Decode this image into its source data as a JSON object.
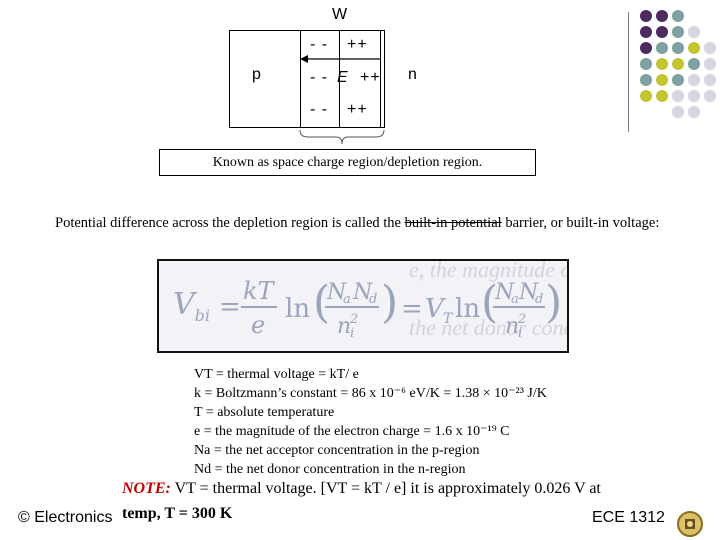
{
  "diagram": {
    "width_label": "W",
    "p_label": "p",
    "n_label": "n",
    "charge_rows": [
      {
        "left": "- -",
        "right": "++"
      },
      {
        "left": "- -",
        "right": "++"
      },
      {
        "left": "- -",
        "right": "++"
      }
    ],
    "field_label": "E",
    "caption": "Known as space charge region/depletion region."
  },
  "potential_text": {
    "before": "Potential difference across the depletion region is called the ",
    "struck": "built-in potential",
    "after": " barrier, or built-in voltage:"
  },
  "formula": {
    "lhs": "V",
    "lhs_sub": "bi",
    "eq1": "= (kT/e) ln(N",
    "rhs": "= V",
    "rhs_sub": "T",
    "tail": "ln(NaNd / ni²)"
  },
  "definitions": [
    "VT = thermal voltage = kT/ e",
    "k = Boltzmann’s constant = 86 x 10⁻⁶ eV/K = 1.38 × 10⁻²³ J/K",
    "T = absolute temperature",
    "e = the magnitude of the electron charge = 1.6 x 10⁻¹⁹ C",
    "Na = the net acceptor concentration in the p-region",
    "Nd = the net donor concentration in the n-region"
  ],
  "note": {
    "tag": "NOTE:",
    "line1": " VT = thermal voltage. [VT = kT / e] it is approximately 0.026 V at",
    "line2": "temp, T = 300 K"
  },
  "footer": {
    "left": "© Electronics",
    "right": "ECE 1312"
  },
  "colors": {
    "purple": "#4e2a5e",
    "teal": "#7e9ea3",
    "olive": "#c5c334",
    "lavender": "#d7d4e4"
  }
}
